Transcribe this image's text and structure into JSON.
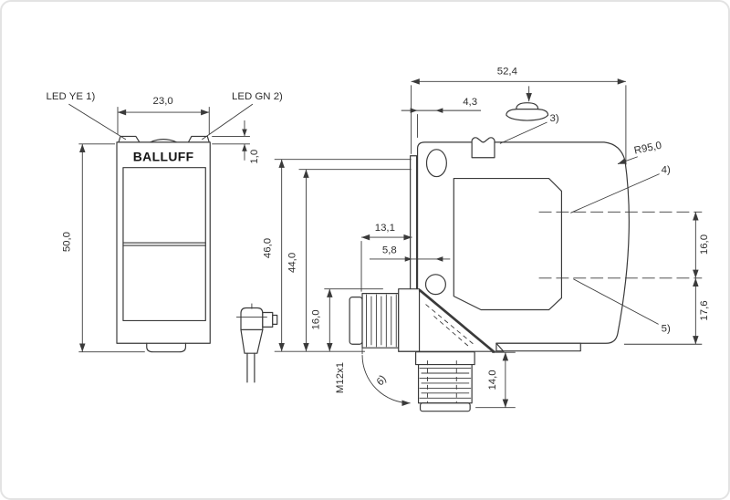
{
  "drawing": {
    "brand": "BALLUFF",
    "front": {
      "width": "23,0",
      "height": "50,0",
      "led_height": "1,0",
      "led_yellow": "LED YE 1)",
      "led_green": "LED GN 2)"
    },
    "side": {
      "depth": "52,4",
      "hole_offset": "4,3",
      "height_outer": "46,0",
      "height_inner": "44,0",
      "connector_to_face": "13,1",
      "hole_to_face": "5,8",
      "connector_size": "16,0",
      "thread": "M12x1",
      "connector_length": "14,0",
      "axis_spacing": "16,0",
      "axis_to_bottom": "17,6",
      "face_radius": "R95,0"
    },
    "notes": {
      "n3": "3)",
      "n4": "4)",
      "n5": "5)",
      "n6": "6)"
    },
    "colors": {
      "line": "#3a3a3a",
      "text": "#2e2e2e",
      "background": "#ffffff",
      "frame": "#e3e3e3"
    }
  }
}
